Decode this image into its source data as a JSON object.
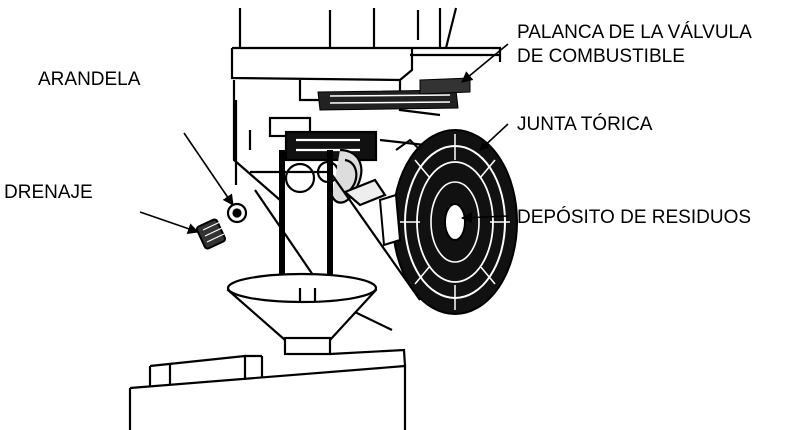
{
  "labels": {
    "washer": "ARANDELA",
    "drain": "DRENAJE",
    "fuel_valve_line1": "PALANCA DE LA VÁLVULA",
    "fuel_valve_line2": "DE COMBUSTIBLE",
    "o_ring": "JUNTA TÓRICA",
    "sediment_cup": "DEPÓSITO DE RESIDUOS"
  },
  "colors": {
    "ink": "#000000",
    "paper": "#ffffff"
  }
}
